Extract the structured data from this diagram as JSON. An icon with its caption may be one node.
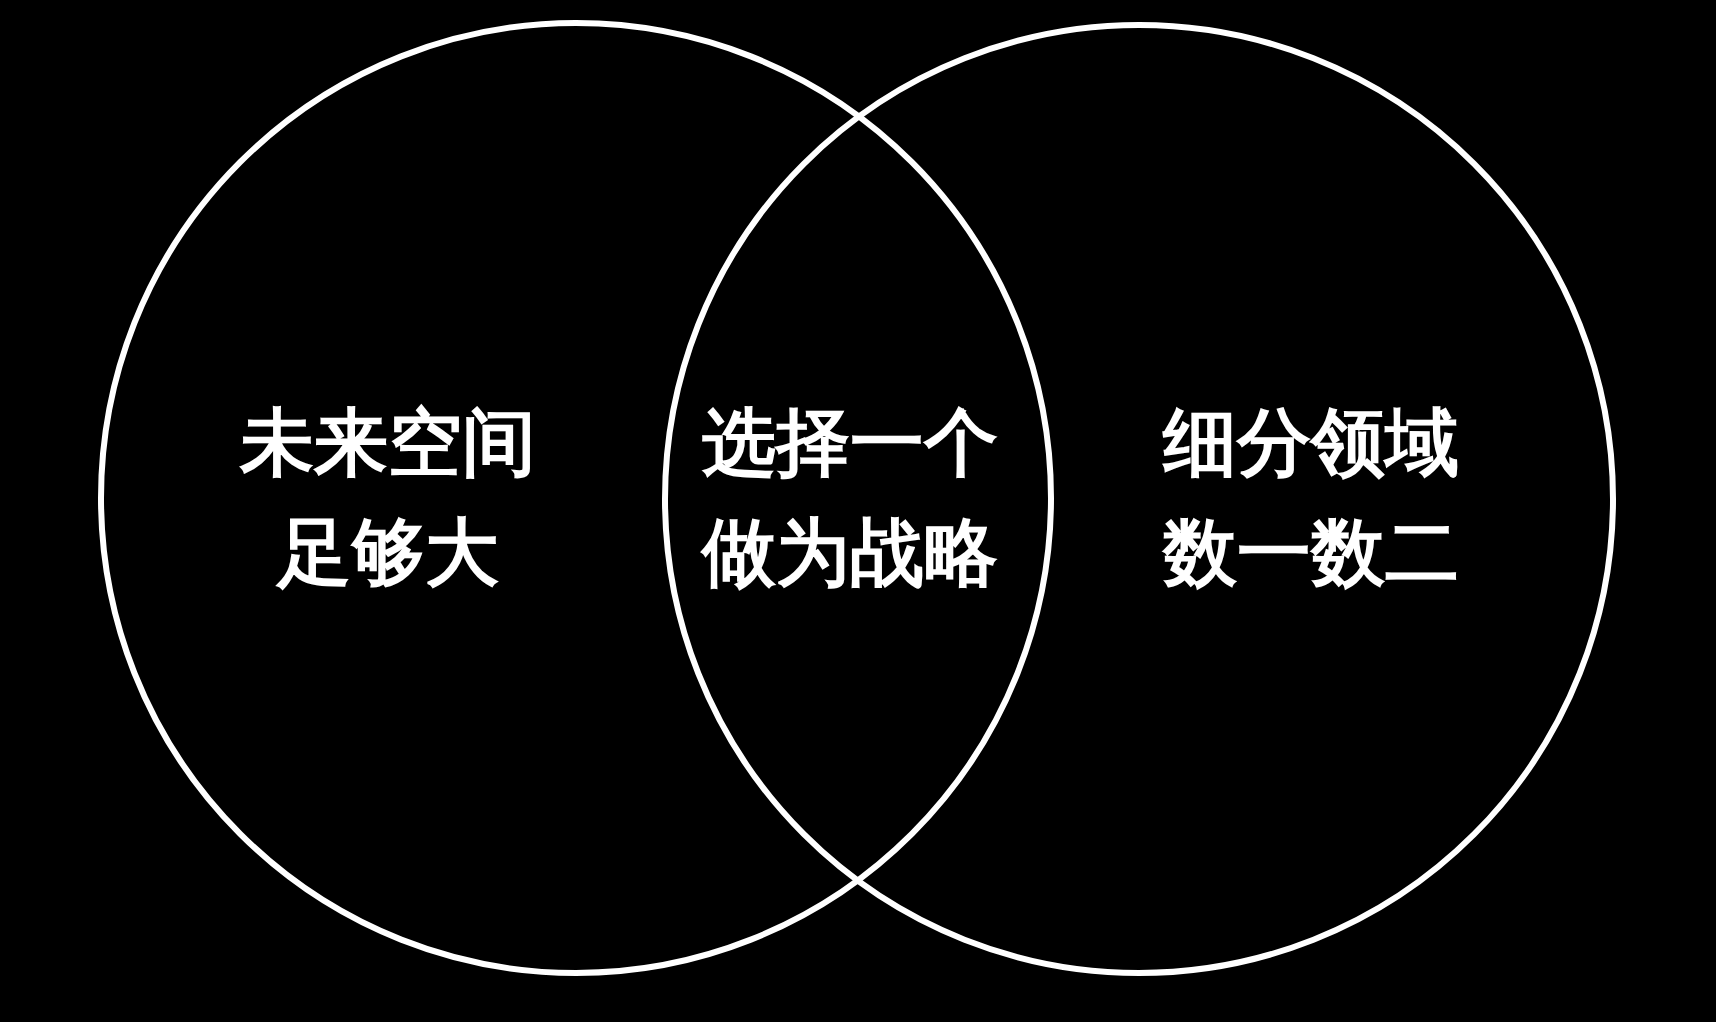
{
  "diagram": {
    "nodes": [
      {
        "text": [
          "未来空间足够大"
        ]
      },
      {
        "text": [
          "细分领域数一数二"
        ]
      }
    ],
    "labels": [
      "选择一个做为战略"
    ]
  }
}
